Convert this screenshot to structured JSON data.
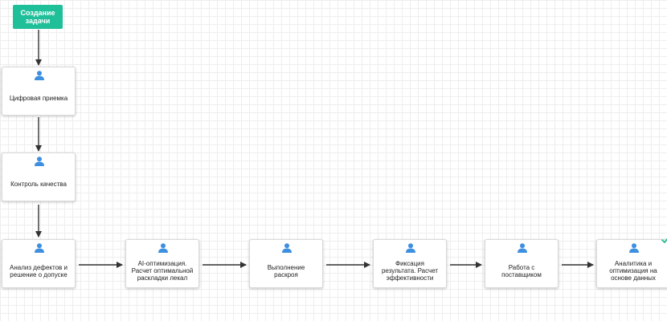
{
  "start": {
    "label": "Создание\nзадачи"
  },
  "colors": {
    "accent": "#1fbf9a",
    "icon": "#3d8fe0",
    "arrow": "#333333",
    "check": "#2bb890"
  },
  "nodes": [
    {
      "id": "digital-acceptance",
      "label": "Цифровая приемка",
      "icon": "user-icon"
    },
    {
      "id": "quality-control",
      "label": "Контроль качества",
      "icon": "user-icon"
    },
    {
      "id": "defect-analysis",
      "label": "Анализ дефектов и\nрешение о допуске",
      "icon": "user-icon"
    },
    {
      "id": "ai-optimization",
      "label": "AI-оптимизация.\nРасчет оптимальной\nраскладки лекал",
      "icon": "user-icon"
    },
    {
      "id": "cutting",
      "label": "Выполнение\nраскроя",
      "icon": "user-icon"
    },
    {
      "id": "result-fixation",
      "label": "Фиксация\nрезультата. Расчет\nэффективности",
      "icon": "user-icon"
    },
    {
      "id": "supplier-work",
      "label": "Работа с\nпоставщиком",
      "icon": "user-icon"
    },
    {
      "id": "analytics",
      "label": "Аналитика и\nоптимизация на\nоснове данных",
      "icon": "user-icon",
      "badge": "check-icon"
    }
  ]
}
